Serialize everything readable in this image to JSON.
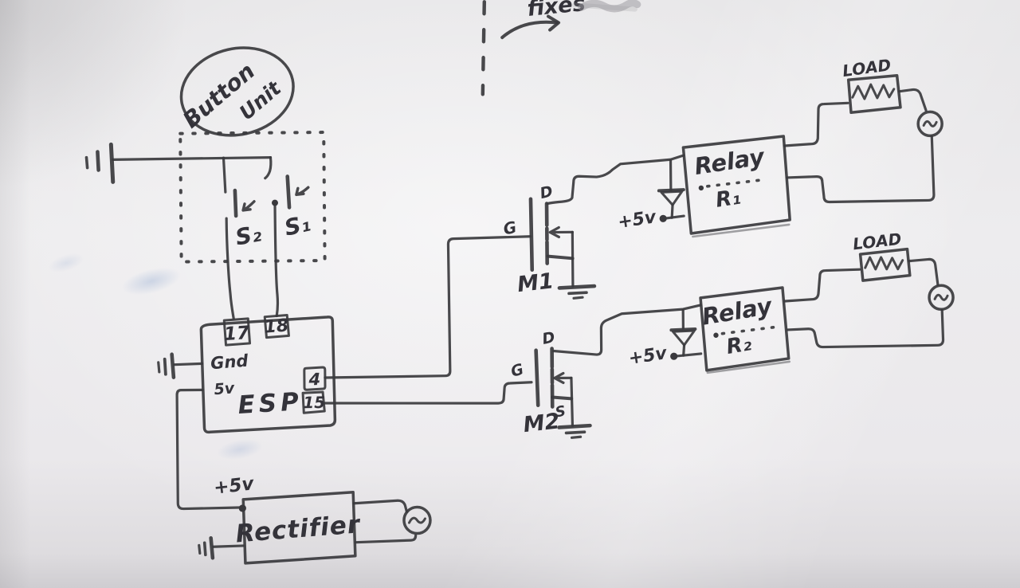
{
  "colors": {
    "ink": "#3a393d",
    "ink_faint": "#97959b",
    "whiteboard": "#eae9eb",
    "smudge_blue": "#7896c8"
  },
  "top_annotation": {
    "text": "fixes"
  },
  "button_unit": {
    "title_line1": "Button",
    "title_line2": "Unit",
    "switch_left_label": "S₂",
    "switch_right_label": "S₁"
  },
  "esp": {
    "label": "ESP",
    "gnd_label": "Gnd",
    "supply_label": "5v",
    "pins": {
      "top_left": "17",
      "top_right": "18",
      "right_top": "4",
      "right_bottom": "15"
    }
  },
  "mosfets": {
    "m1": {
      "name": "M1",
      "gate": "G",
      "drain": "D"
    },
    "m2": {
      "name": "M2",
      "gate": "G",
      "drain": "D",
      "source": "S"
    }
  },
  "relays": {
    "r1": {
      "title": "Relay",
      "name": "R₁",
      "supply": "+5v"
    },
    "r2": {
      "title": "Relay",
      "name": "R₂",
      "supply": "+5v"
    }
  },
  "loads": {
    "load1": "LOAD",
    "load2": "LOAD"
  },
  "rectifier": {
    "label": "Rectifier",
    "supply": "+5v"
  }
}
